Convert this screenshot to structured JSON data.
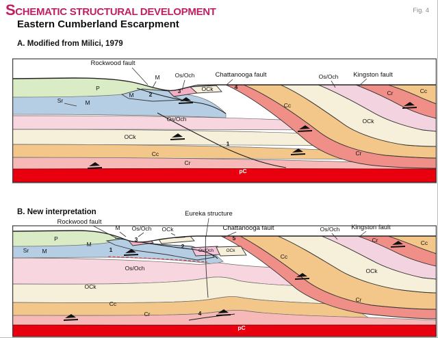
{
  "page": {
    "title_lead": "S",
    "title_rest": "CHEMATIC STRUCTURAL DEVELOPMENT",
    "fig_label": "Fig. 4",
    "subtitle": "Eastern Cumberland Escarpment"
  },
  "colors": {
    "title_accent": "#bf1f63",
    "unit_P_green": "#d9ecc6",
    "unit_M_blue": "#b6cee4",
    "unit_OsOch_pink": "#f8d6df",
    "unit_OCk_cream": "#f6efd9",
    "unit_Cc_orange": "#f3c78a",
    "unit_Cr_salmon": "#f6b9b7",
    "thrust_red": "#ef8f88",
    "dipping_OsOch": "#f3d3e0",
    "slice_pink": "#f3afc4",
    "basement_red": "#e8000f",
    "fault_dash_red": "#e0332e"
  },
  "panel_a": {
    "heading": "A. Modified from Milici, 1979",
    "labels": [
      [
        147,
        11,
        "t-fault",
        "Rockwood fault"
      ],
      [
        334,
        28,
        "t-fault",
        "Chattanooga fault"
      ],
      [
        527,
        28,
        "t-fault",
        "Kingston fault"
      ],
      [
        212,
        32,
        "t-unit",
        "M"
      ],
      [
        252,
        29,
        "t-unit",
        "Os/Och"
      ],
      [
        462,
        31,
        "t-unit",
        "Os/Och"
      ],
      [
        125,
        48,
        "t-unit",
        "P"
      ],
      [
        70,
        66,
        "t-unit",
        "Sr"
      ],
      [
        110,
        69,
        "t-unit",
        "M"
      ],
      [
        174,
        58,
        "t-unit",
        "M"
      ],
      [
        240,
        93,
        "t-unit",
        "Os/Och"
      ],
      [
        172,
        119,
        "t-unit",
        "OCk"
      ],
      [
        209,
        144,
        "t-unit",
        "Cc"
      ],
      [
        256,
        157,
        "t-unit",
        "Cr"
      ],
      [
        285,
        49,
        "t-unit",
        "OCk"
      ],
      [
        402,
        73,
        "t-unit",
        "Cc"
      ],
      [
        520,
        96,
        "t-unit",
        "OCk"
      ],
      [
        552,
        55,
        "t-unit",
        "Cr"
      ],
      [
        601,
        52,
        "t-unit",
        "Cc"
      ],
      [
        506,
        143,
        "t-unit",
        "Cr"
      ],
      [
        315,
        129,
        "t-num",
        "1"
      ],
      [
        202,
        57,
        "t-num",
        "2"
      ],
      [
        244,
        52,
        "t-num",
        "3"
      ],
      [
        327,
        46,
        "t-num",
        "4"
      ],
      [
        337,
        169,
        "t-pc",
        "pC"
      ]
    ]
  },
  "panel_b": {
    "heading": "B. New interpretation",
    "labels": [
      [
        98,
        27,
        "t-fault",
        "Rockwood fault"
      ],
      [
        287,
        15,
        "t-fault",
        "Eureka structure"
      ],
      [
        345,
        36,
        "t-fault",
        "Chattanooga fault"
      ],
      [
        524,
        35,
        "t-fault",
        "Kingston fault"
      ],
      [
        154,
        36,
        "t-unit",
        "M"
      ],
      [
        189,
        37,
        "t-unit",
        "Os/Och"
      ],
      [
        227,
        38,
        "t-unit",
        "OCk"
      ],
      [
        464,
        38,
        "t-unit",
        "Os/Och"
      ],
      [
        64,
        52,
        "t-unit",
        "P"
      ],
      [
        20,
        69,
        "t-unit",
        "Sr"
      ],
      [
        47,
        70,
        "t-unit",
        "M"
      ],
      [
        112,
        60,
        "t-unit",
        "M"
      ],
      [
        179,
        95,
        "t-unit",
        "Os/Och"
      ],
      [
        114,
        122,
        "t-unit",
        "OCk"
      ],
      [
        147,
        147,
        "t-unit",
        "Cc"
      ],
      [
        197,
        162,
        "t-unit",
        "Cr"
      ],
      [
        283,
        68,
        "t-tiny",
        "Os/Och"
      ],
      [
        319,
        68,
        "t-tiny",
        "OCk"
      ],
      [
        397,
        78,
        "t-unit",
        "Cc"
      ],
      [
        525,
        99,
        "t-unit",
        "OCk"
      ],
      [
        530,
        54,
        "t-unit",
        "Cr"
      ],
      [
        602,
        58,
        "t-unit",
        "Cc"
      ],
      [
        506,
        141,
        "t-unit",
        "Cr"
      ],
      [
        144,
        68,
        "t-num",
        "1"
      ],
      [
        249,
        63,
        "t-num",
        "2"
      ],
      [
        181,
        53,
        "t-num",
        "3"
      ],
      [
        274,
        161,
        "t-num",
        "4"
      ],
      [
        324,
        51,
        "t-num",
        "5"
      ],
      [
        335,
        182,
        "t-pc",
        "pC"
      ]
    ]
  }
}
